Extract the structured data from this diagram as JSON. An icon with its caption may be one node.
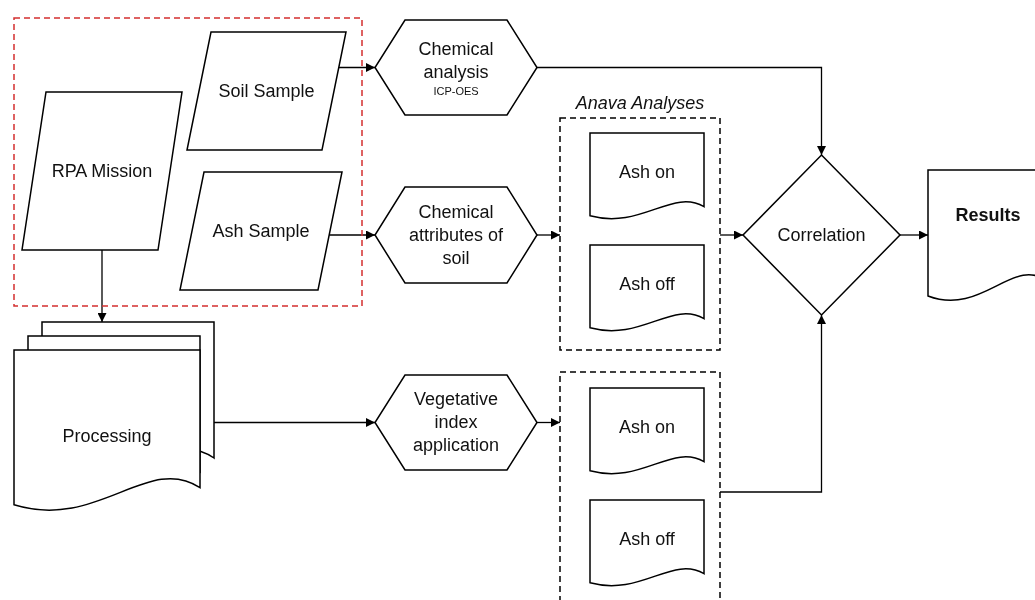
{
  "diagram": {
    "nodes": [
      {
        "text": [],
        "shape": "box"
      },
      {
        "text": [
          "RPA Mission"
        ],
        "in": 0
      },
      {
        "text": [
          "Soil Sample"
        ],
        "in": 0
      },
      {
        "text": [
          "Ash Sample"
        ],
        "in": 0
      },
      {
        "text": [
          "Processing"
        ]
      },
      {
        "text": [
          "Chemical analysis",
          "ICP-OES"
        ]
      },
      {
        "text": [
          "Chemical attributes of soil"
        ]
      },
      {
        "text": [
          "Vegetative index application"
        ]
      },
      {
        "text": [
          "Anava Analyses"
        ]
      },
      {
        "text": [
          "Ash on"
        ],
        "in": 8
      },
      {
        "text": [
          "Ash off"
        ],
        "in": 8
      },
      {
        "text": [],
        "shape": "box"
      },
      {
        "text": [
          "Ash on"
        ],
        "in": 11
      },
      {
        "text": [
          "Ash off"
        ],
        "in": 11
      },
      {
        "text": [
          "Correlation"
        ]
      },
      {
        "text": [
          "Results"
        ]
      }
    ],
    "edges": [
      {
        "from": 1,
        "to": 4,
        "arrow": "to"
      },
      {
        "from": 2,
        "to": 5,
        "arrow": "to"
      },
      {
        "from": 3,
        "to": 6,
        "arrow": "to"
      },
      {
        "from": 4,
        "to": 7,
        "arrow": "to"
      },
      {
        "from": 5,
        "to": 14,
        "arrow": "to"
      },
      {
        "from": 6,
        "to": 8,
        "arrow": "to"
      },
      {
        "from": 8,
        "to": 14,
        "arrow": "to"
      },
      {
        "from": 7,
        "to": 11,
        "arrow": "to"
      },
      {
        "from": 11,
        "to": 14,
        "arrow": "to"
      },
      {
        "from": 14,
        "to": 15,
        "arrow": "to"
      }
    ]
  }
}
